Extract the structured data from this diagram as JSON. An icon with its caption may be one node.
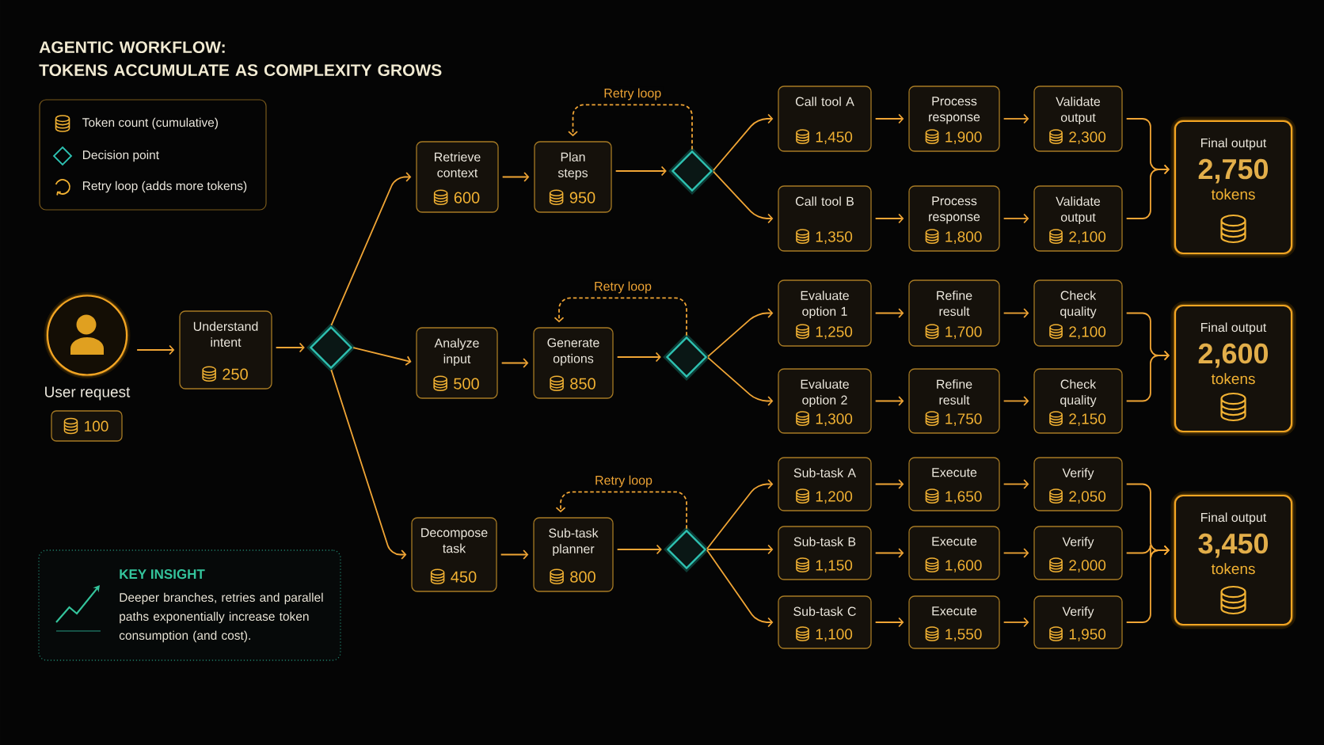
{
  "diagram": {
    "title": "AGENTIC WORKFLOW: TOKENS ACCUMULATE AS COMPLEXITY GROWS",
    "nodes": [
      {
        "text": [],
        "shape": "person",
        "beside": [
          "User request"
        ]
      },
      {
        "text": [
          "100"
        ]
      },
      {
        "text": [
          "Understand intent",
          "250"
        ]
      },
      {
        "text": [],
        "shape": "diamond"
      },
      {
        "text": [
          "Retrieve context",
          "600"
        ]
      },
      {
        "text": [
          "Plan steps",
          "950"
        ]
      },
      {
        "text": [],
        "shape": "diamond"
      },
      {
        "text": [
          "Call tool A",
          "1,450"
        ]
      },
      {
        "text": [
          "Process response",
          "1,900"
        ]
      },
      {
        "text": [
          "Validate output",
          "2,300"
        ]
      },
      {
        "text": [
          "Call tool B",
          "1,350"
        ]
      },
      {
        "text": [
          "Process response",
          "1,800"
        ]
      },
      {
        "text": [
          "Validate output",
          "2,100"
        ]
      },
      {
        "text": [
          "Final output",
          "2,750",
          "tokens"
        ]
      },
      {
        "text": [
          "Analyze input",
          "500"
        ]
      },
      {
        "text": [
          "Generate options",
          "850"
        ]
      },
      {
        "text": [],
        "shape": "diamond"
      },
      {
        "text": [
          "Evaluate option 1",
          "1,250"
        ]
      },
      {
        "text": [
          "Refine result",
          "1,700"
        ]
      },
      {
        "text": [
          "Check quality",
          "2,100"
        ]
      },
      {
        "text": [
          "Evaluate option 2",
          "1,300"
        ]
      },
      {
        "text": [
          "Refine result",
          "1,750"
        ]
      },
      {
        "text": [
          "Check quality",
          "2,150"
        ]
      },
      {
        "text": [
          "Final output",
          "2,600",
          "tokens"
        ]
      },
      {
        "text": [
          "Decompose task",
          "450"
        ]
      },
      {
        "text": [
          "Sub-task planner",
          "800"
        ]
      },
      {
        "text": [],
        "shape": "diamond"
      },
      {
        "text": [
          "Sub-task A",
          "1,200"
        ]
      },
      {
        "text": [
          "Execute",
          "1,650"
        ]
      },
      {
        "text": [
          "Verify",
          "2,050"
        ]
      },
      {
        "text": [
          "Sub-task B",
          "1,150"
        ]
      },
      {
        "text": [
          "Execute",
          "1,600"
        ]
      },
      {
        "text": [
          "Verify",
          "2,000"
        ]
      },
      {
        "text": [
          "Sub-task C",
          "1,100"
        ]
      },
      {
        "text": [
          "Execute",
          "1,550"
        ]
      },
      {
        "text": [
          "Verify",
          "1,950"
        ]
      },
      {
        "text": [
          "Final output",
          "3,450",
          "tokens"
        ]
      },
      {
        "text": [
          "KEY INSIGHT",
          "Deeper branches, retries and parallel paths exponentially increase token consumption (and cost)."
        ]
      }
    ],
    "edges": [
      {
        "from": 0,
        "to": 2,
        "arrow": "to"
      },
      {
        "from": 2,
        "to": 3,
        "arrow": "to"
      },
      {
        "from": 3,
        "to": 4,
        "arrow": "to"
      },
      {
        "from": 3,
        "to": 14,
        "arrow": "to"
      },
      {
        "from": 3,
        "to": 24,
        "arrow": "to"
      },
      {
        "from": 4,
        "to": 5,
        "arrow": "to"
      },
      {
        "from": 5,
        "to": 6,
        "arrow": "to"
      },
      {
        "from": 6,
        "to": 5,
        "arrow": "to",
        "style": "dashed",
        "label": "Retry loop"
      },
      {
        "from": 6,
        "to": 7,
        "arrow": "to"
      },
      {
        "from": 6,
        "to": 10,
        "arrow": "to"
      },
      {
        "from": 7,
        "to": 8,
        "arrow": "to"
      },
      {
        "from": 8,
        "to": 9,
        "arrow": "to"
      },
      {
        "from": 10,
        "to": 11,
        "arrow": "to"
      },
      {
        "from": 11,
        "to": 12,
        "arrow": "to"
      },
      {
        "from": 9,
        "to": 13,
        "arrow": "to"
      },
      {
        "from": 12,
        "to": 13,
        "arrow": "to"
      },
      {
        "from": 14,
        "to": 15,
        "arrow": "to"
      },
      {
        "from": 15,
        "to": 16,
        "arrow": "to"
      },
      {
        "from": 16,
        "to": 15,
        "arrow": "to",
        "style": "dashed",
        "label": "Retry loop"
      },
      {
        "from": 16,
        "to": 17,
        "arrow": "to"
      },
      {
        "from": 16,
        "to": 20,
        "arrow": "to"
      },
      {
        "from": 17,
        "to": 18,
        "arrow": "to"
      },
      {
        "from": 18,
        "to": 19,
        "arrow": "to"
      },
      {
        "from": 20,
        "to": 21,
        "arrow": "to"
      },
      {
        "from": 21,
        "to": 22,
        "arrow": "to"
      },
      {
        "from": 19,
        "to": 23,
        "arrow": "to"
      },
      {
        "from": 22,
        "to": 23,
        "arrow": "to"
      },
      {
        "from": 24,
        "to": 25,
        "arrow": "to"
      },
      {
        "from": 25,
        "to": 26,
        "arrow": "to"
      },
      {
        "from": 26,
        "to": 25,
        "arrow": "to",
        "style": "dashed",
        "label": "Retry loop"
      },
      {
        "from": 26,
        "to": 27,
        "arrow": "to"
      },
      {
        "from": 26,
        "to": 30,
        "arrow": "to"
      },
      {
        "from": 26,
        "to": 33,
        "arrow": "to"
      },
      {
        "from": 27,
        "to": 28,
        "arrow": "to"
      },
      {
        "from": 28,
        "to": 29,
        "arrow": "to"
      },
      {
        "from": 30,
        "to": 31,
        "arrow": "to"
      },
      {
        "from": 31,
        "to": 32,
        "arrow": "to"
      },
      {
        "from": 33,
        "to": 34,
        "arrow": "to"
      },
      {
        "from": 34,
        "to": 35,
        "arrow": "to"
      },
      {
        "from": 29,
        "to": 36,
        "arrow": "to"
      },
      {
        "from": 32,
        "to": 36,
        "arrow": "to"
      },
      {
        "from": 35,
        "to": 36,
        "arrow": "to"
      }
    ],
    "legend": [
      {
        "text": "Token count (cumulative)"
      },
      {
        "text": "Decision point"
      },
      {
        "text": "Retry loop (adds more tokens)"
      }
    ]
  }
}
